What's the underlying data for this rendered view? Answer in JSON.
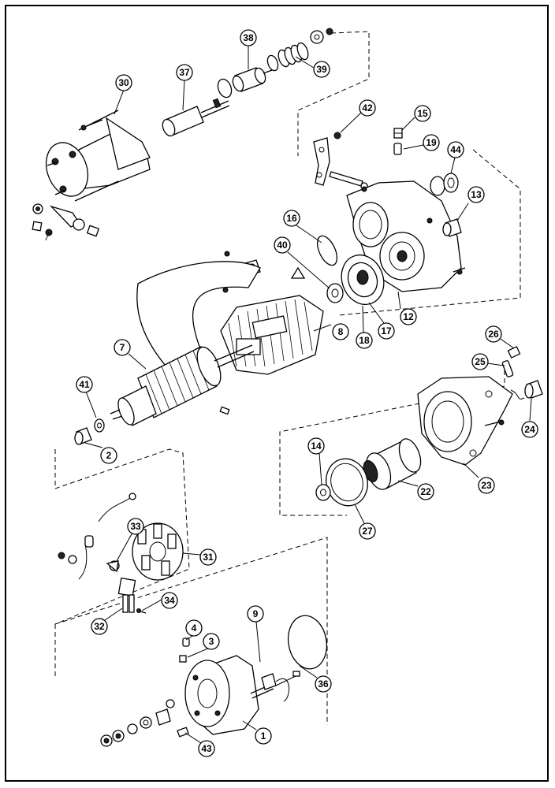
{
  "callouts": [
    {
      "id": "c38",
      "label": "38"
    },
    {
      "id": "c39",
      "label": "39"
    },
    {
      "id": "c30",
      "label": "30"
    },
    {
      "id": "c37",
      "label": "37"
    },
    {
      "id": "c42",
      "label": "42"
    },
    {
      "id": "c15",
      "label": "15"
    },
    {
      "id": "c19",
      "label": "19"
    },
    {
      "id": "c44",
      "label": "44"
    },
    {
      "id": "c13",
      "label": "13"
    },
    {
      "id": "c16",
      "label": "16"
    },
    {
      "id": "c40",
      "label": "40"
    },
    {
      "id": "c12",
      "label": "12"
    },
    {
      "id": "c17",
      "label": "17"
    },
    {
      "id": "c18",
      "label": "18"
    },
    {
      "id": "c8",
      "label": "8"
    },
    {
      "id": "c7",
      "label": "7"
    },
    {
      "id": "c26",
      "label": "26"
    },
    {
      "id": "c25",
      "label": "25"
    },
    {
      "id": "c41",
      "label": "41"
    },
    {
      "id": "c24",
      "label": "24"
    },
    {
      "id": "c2",
      "label": "2"
    },
    {
      "id": "c14",
      "label": "14"
    },
    {
      "id": "c22",
      "label": "22"
    },
    {
      "id": "c23",
      "label": "23"
    },
    {
      "id": "c27",
      "label": "27"
    },
    {
      "id": "c33",
      "label": "33"
    },
    {
      "id": "c31",
      "label": "31"
    },
    {
      "id": "c34",
      "label": "34"
    },
    {
      "id": "c32",
      "label": "32"
    },
    {
      "id": "c9",
      "label": "9"
    },
    {
      "id": "c4",
      "label": "4"
    },
    {
      "id": "c3",
      "label": "3"
    },
    {
      "id": "c36",
      "label": "36"
    },
    {
      "id": "c1",
      "label": "1"
    },
    {
      "id": "c43",
      "label": "43"
    }
  ]
}
